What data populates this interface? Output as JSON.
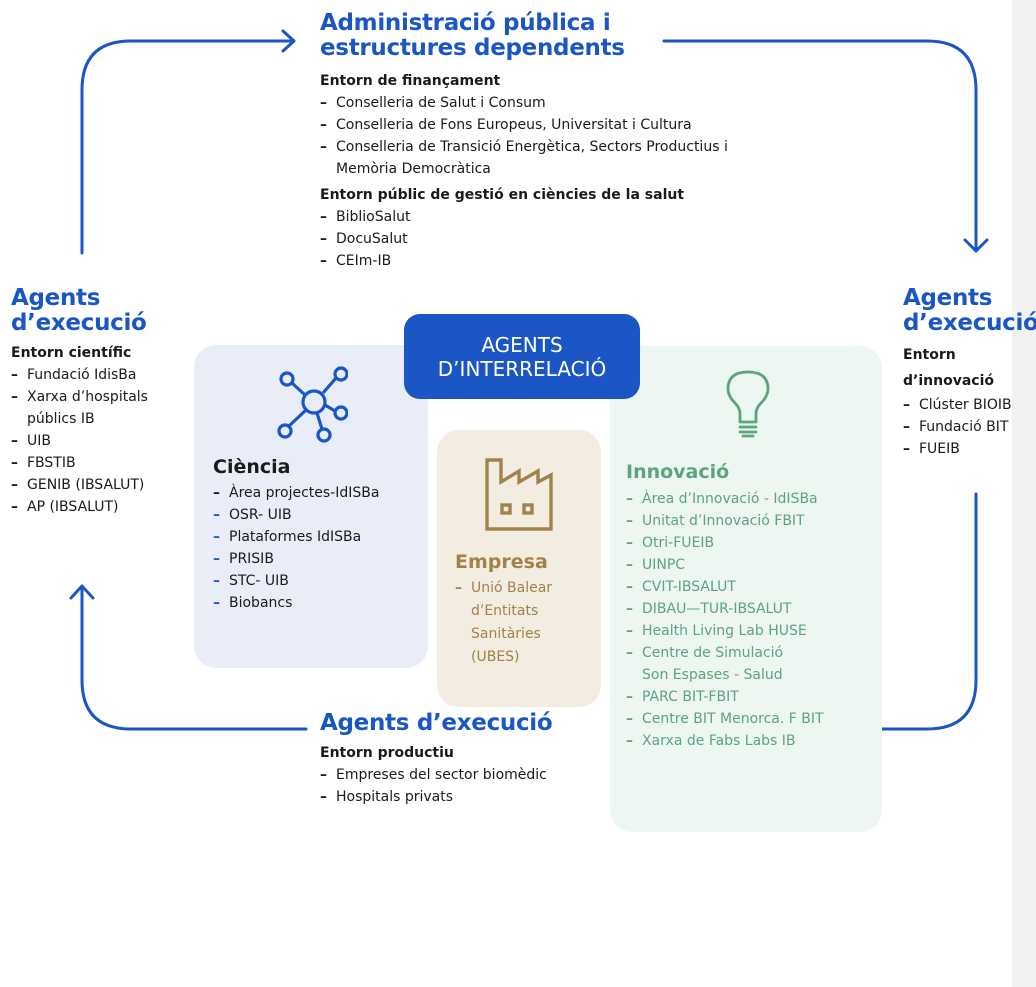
{
  "top": {
    "title_line1": "Administració pública i",
    "title_line2": "estructures dependents",
    "financing_heading": "Entorn de finançament",
    "financing_items": [
      "Conselleria de Salut i Consum",
      "Conselleria de Fons Europeus, Universitat i Cultura",
      "Conselleria de Transició Energètica, Sectors Productius i",
      "Memòria Democràtica"
    ],
    "public_heading": "Entorn públic de gestió en ciències de la salut",
    "public_items": [
      "BiblioSalut",
      "DocuSalut",
      "CEIm-IB"
    ]
  },
  "left": {
    "title_line1": "Agents",
    "title_line2": "d’execució",
    "heading": "Entorn científic",
    "items": [
      "Fundació IdisBa",
      "Xarxa d’hospitals",
      "públics IB",
      "UIB",
      "FBSTIB",
      "GENIB (IBSALUT)",
      "AP (IBSALUT)"
    ]
  },
  "right": {
    "title_line1": "Agents",
    "title_line2": "d’execució",
    "heading_line1": "Entorn",
    "heading_line2": "d’innovació",
    "items": [
      "Clúster BIOIB",
      "Fundació BIT",
      "FUEIB"
    ]
  },
  "bottom": {
    "title": "Agents d’execució",
    "heading": "Entorn productiu",
    "items": [
      "Empreses del sector biomèdic",
      "Hospitals privats"
    ]
  },
  "center": {
    "line1": "AGENTS",
    "line2": "D’INTERRELACIÓ"
  },
  "ciencia": {
    "title": "Ciència",
    "items": [
      "Àrea projectes-IdISBa",
      "OSR- UIB",
      "Plataformes IdISBa",
      "PRISIB",
      "STC- UIB",
      "Biobancs"
    ]
  },
  "empresa": {
    "title": "Empresa",
    "lines": [
      "Unió Balear",
      "d’Entitats",
      "Sanitàries",
      "(UBES)"
    ]
  },
  "innovacio": {
    "title": "Innovació",
    "items": [
      "Àrea d’Innovació - IdISBa",
      "Unitat d’Innovació FBIT",
      "Otri-FUEIB",
      "UINPC",
      "CVIT-IBSALUT",
      "DIBAU—TUR-IBSALUT",
      "Health Living Lab HUSE",
      "Centre de Simulació",
      "Son Espases - Salud",
      "PARC BIT-FBIT",
      "Centre BIT Menorca. F BIT",
      "Xarxa de Fabs Labs IB"
    ]
  },
  "dash": "–",
  "colors": {
    "blue": "#1a56c4",
    "empresa": "#a0824a",
    "innovacio": "#5ba57c",
    "ciencia_bg": "#e8edf8",
    "empresa_bg": "#f3ede1",
    "innovacio_bg": "#eef6f1"
  },
  "icons": {
    "ciencia": "network-nodes-icon",
    "empresa": "factory-icon",
    "innovacio": "lightbulb-icon"
  }
}
